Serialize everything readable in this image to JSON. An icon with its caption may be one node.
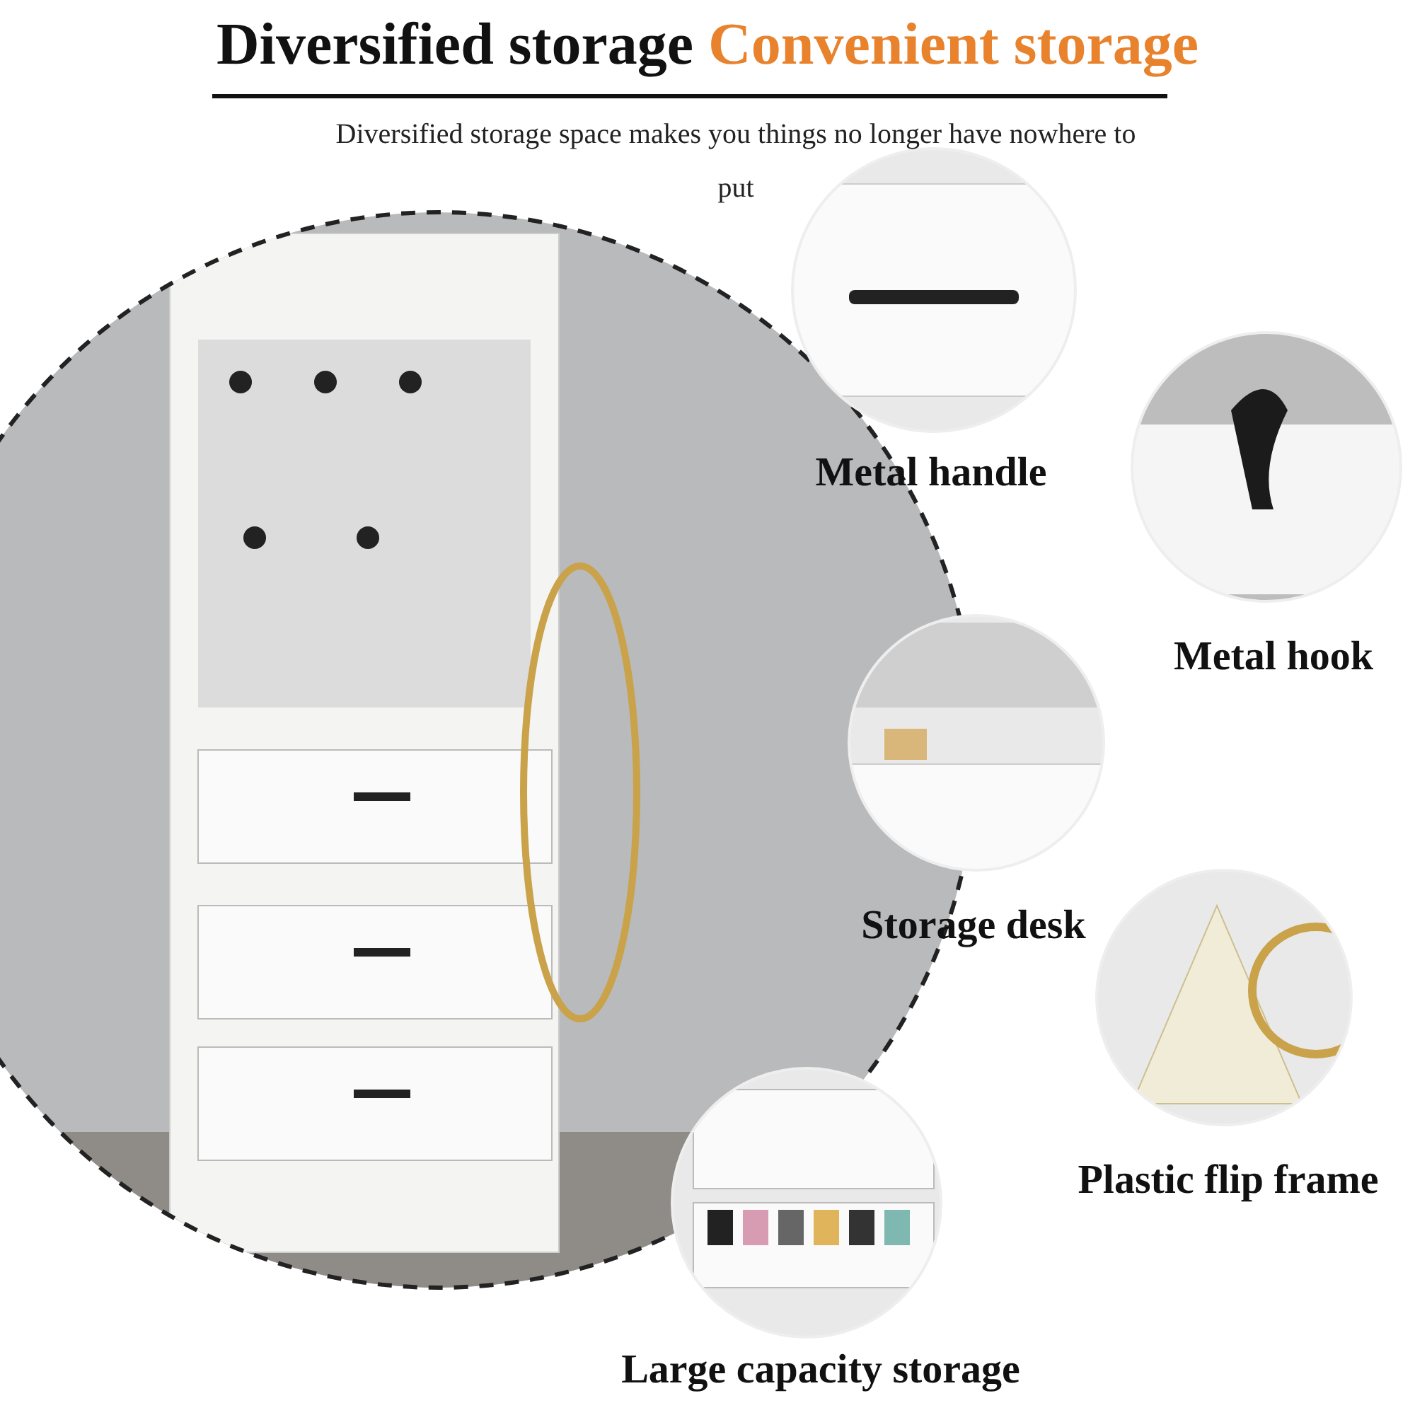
{
  "diagram": {
    "title": "Diversified storage Convenient storage",
    "caption": "Diversified storage space makes you things no longer have nowhere to put",
    "labels": [
      "Metal handle",
      "Metal hook",
      "Storage desk",
      "Plastic flip frame",
      "Large capacity storage"
    ]
  }
}
